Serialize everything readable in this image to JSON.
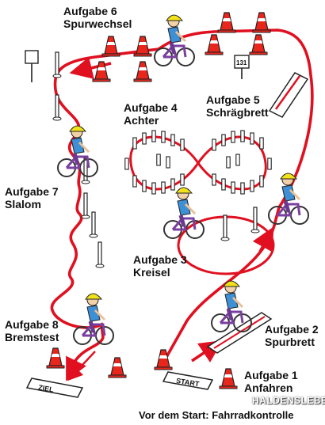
{
  "tasks": [
    {
      "title": "Aufgabe 1",
      "name": "Anfahren"
    },
    {
      "title": "Aufgabe 2",
      "name": "Spurbrett"
    },
    {
      "title": "Aufgabe 3",
      "name": "Kreisel"
    },
    {
      "title": "Aufgabe 4",
      "name": "Achter"
    },
    {
      "title": "Aufgabe 5",
      "name": "Schrägbrett"
    },
    {
      "title": "Aufgabe 6",
      "name": "Spurwechsel"
    },
    {
      "title": "Aufgabe 7",
      "name": "Slalom"
    },
    {
      "title": "Aufgabe 8",
      "name": "Bremstest"
    }
  ],
  "markers": {
    "start": "START",
    "finish": "ZIEL",
    "sign": "131"
  },
  "footer": "Vor dem Start: Fahrradkontrolle",
  "watermark": "HALDENSLEBEN",
  "colors": {
    "route": "#e01020",
    "cone": "#e8261c",
    "helmet": "#f2e21a",
    "shirt": "#3d8fd6",
    "bike": "#7a3fa0"
  }
}
